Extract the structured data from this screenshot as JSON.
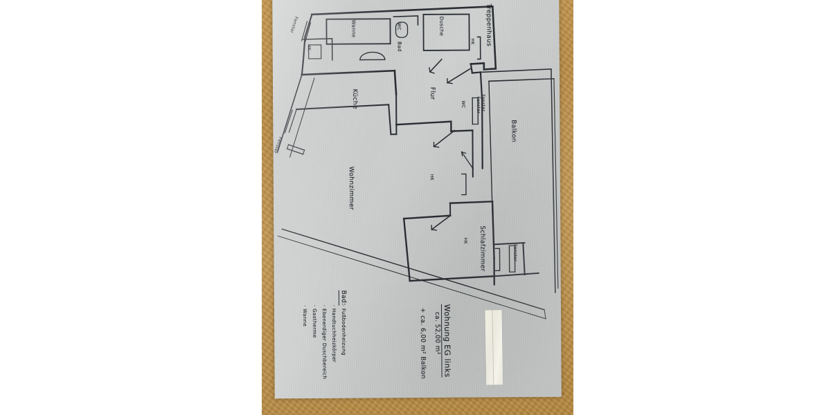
{
  "document": {
    "kind": "handwritten-floor-plan",
    "title": "Wohnung EG links",
    "background": "cork pin board",
    "paper_color": "#cbcecd",
    "ink_color": "#22242a"
  },
  "plan": {
    "room_labels": [
      {
        "name": "Treppenhaus",
        "text": "Treppenhaus"
      },
      {
        "name": "Wanne",
        "text": "Wanne"
      },
      {
        "name": "Dusche",
        "text": "Dusche"
      },
      {
        "name": "Bad",
        "text": "Bad"
      },
      {
        "name": "Kueche",
        "text": "Küche"
      },
      {
        "name": "Flur",
        "text": "Flur"
      },
      {
        "name": "Balkon",
        "text": "Balkon"
      },
      {
        "name": "Wohnzimmer",
        "text": "Wohnzimmer"
      },
      {
        "name": "Schlafzimmer",
        "text": "Schlafzimmer"
      }
    ],
    "fixture_labels": {
      "wc_bath": "WC",
      "wc_hall": "WC",
      "hk_bath_top": "HK",
      "hk_bath_left": "HK",
      "hk_bath_right": "HK",
      "hk_balcony": "HK",
      "hk_bedroom": "HK"
    },
    "window_labels": {
      "bath": "Fenster",
      "kitchen_upper": "Fenster",
      "kitchen_lower": "Fenster",
      "hall_wc": "Fenster",
      "balcony": "Fenster",
      "bedroom": "Fenster"
    }
  },
  "note": {
    "heading": "Wohnung EG links",
    "area_line": "ca. 52,00 m²",
    "balcony_line": "+ ca.  6,00 m² Balkon",
    "bath_heading": "Bad:",
    "bath_features": [
      "Fußbodenheizung",
      "Handtuchheizkörper",
      "Ebenerdiger Duschbereich",
      "Gastherme",
      "Wanne"
    ],
    "bullet_glyph": "·"
  }
}
